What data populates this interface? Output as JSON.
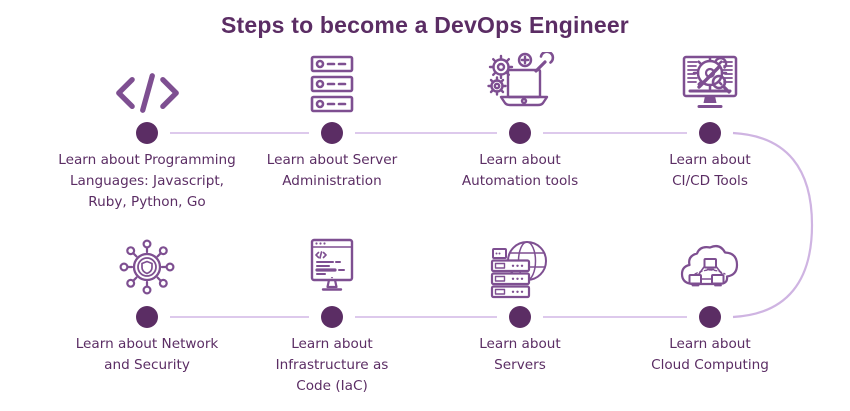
{
  "title": "Steps to become a DevOps Engineer",
  "colors": {
    "background": "#ffffff",
    "title": "#5b2d64",
    "label": "#5b2d64",
    "icon": "#7e4f91",
    "line": "#ddc9ec",
    "curve": "#cfb4e2",
    "dot": "#5b2d64"
  },
  "steps": [
    {
      "icon": "code-icon",
      "label": "Learn about Programming\nLanguages: Javascript,\nRuby, Python, Go"
    },
    {
      "icon": "server-stack-icon",
      "label": "Learn about Server\nAdministration"
    },
    {
      "icon": "automation-tools-icon",
      "label": "Learn about\nAutomation tools"
    },
    {
      "icon": "cicd-tools-icon",
      "label": "Learn about\nCI/CD Tools"
    },
    {
      "icon": "network-security-icon",
      "label": "Learn about Network\nand Security"
    },
    {
      "icon": "iac-monitor-icon",
      "label": "Learn about\nInfrastructure as\nCode (IaC)"
    },
    {
      "icon": "server-globe-icon",
      "label": "Learn about\nServers"
    },
    {
      "icon": "cloud-network-icon",
      "label": "Learn about\nCloud Computing"
    }
  ]
}
